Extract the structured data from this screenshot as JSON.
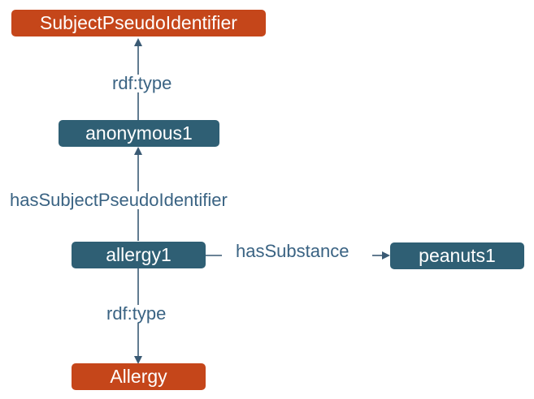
{
  "colors": {
    "class_node": "#c5461a",
    "instance_node": "#2f5f74",
    "edge_label": "#3a6383",
    "edge_line": "#3a5a74"
  },
  "nodes": {
    "subject_pseudo_identifier": "SubjectPseudoIdentifier",
    "anonymous1": "anonymous1",
    "allergy1": "allergy1",
    "peanuts1": "peanuts1",
    "allergy": "Allergy"
  },
  "edges": {
    "anonymous_type": "rdf:type",
    "has_subject_pseudo_identifier": "hasSubjectPseudoIdentifier",
    "has_substance": "hasSubstance",
    "allergy_type": "rdf:type"
  }
}
